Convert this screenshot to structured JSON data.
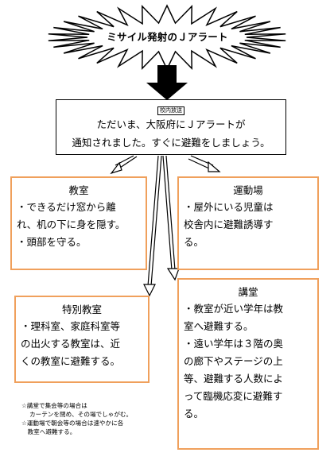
{
  "burst": {
    "title": "ミサイル発射のＪアラート"
  },
  "announcement": {
    "tag": "校内放送",
    "line1": "ただいま、大阪府にＪアラートが",
    "line2": "通知されました。すぐに避難をしましょう。"
  },
  "classroom": {
    "title": "教室",
    "lines": [
      "・できるだけ窓から離",
      "れ、机の下に身を隠す。",
      "・頭部を守る。"
    ]
  },
  "field": {
    "title": "運動場",
    "lines": [
      "・屋外にいる児童は",
      "校舎内に避難誘導す",
      "る。"
    ]
  },
  "special": {
    "title": "特別教室",
    "lines": [
      "・理科室、家庭科室等",
      "の出火する教室は、近",
      "くの教室に避難する。"
    ]
  },
  "hall": {
    "title": "講堂",
    "lines": [
      "・教室が近い学年は教",
      "室へ避難する。",
      "・遠い学年は３階の奥",
      "の廊下やステージの上",
      "等、避難する人数によ",
      "って臨機応変に避難す",
      "る。"
    ]
  },
  "notes": [
    "☆講堂で集会等の場合は",
    "　 カーテンを閉め、その場でしゃがむ。",
    "☆運動場で朝会等の場合は速やかに各",
    "　教室へ避難する。"
  ]
}
